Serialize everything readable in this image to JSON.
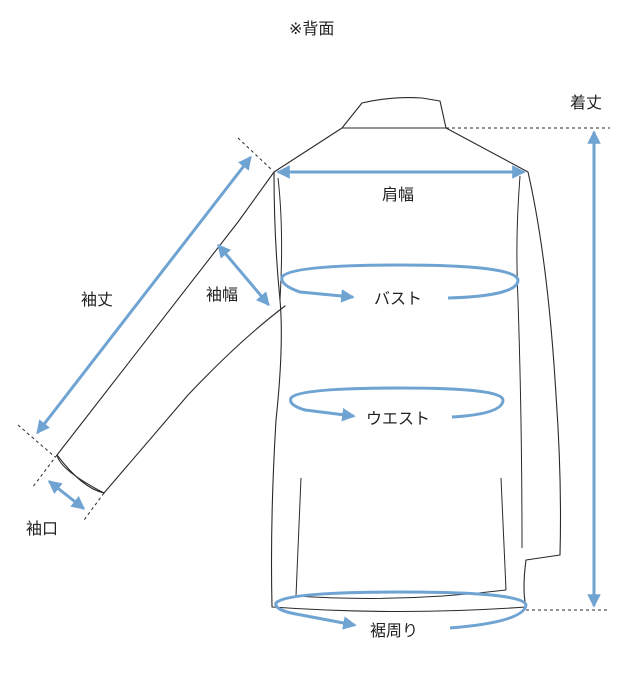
{
  "view_label": "※背面",
  "colors": {
    "measurement": "#6ea3d2",
    "outline": "#2a2a2a",
    "text": "#222222"
  },
  "labels": {
    "total_length": "着丈",
    "shoulder_width": "肩幅",
    "sleeve_length": "袖丈",
    "sleeve_width": "袖幅",
    "bust": "バスト",
    "waist": "ウエスト",
    "cuff": "袖口",
    "hem": "裾周り"
  }
}
